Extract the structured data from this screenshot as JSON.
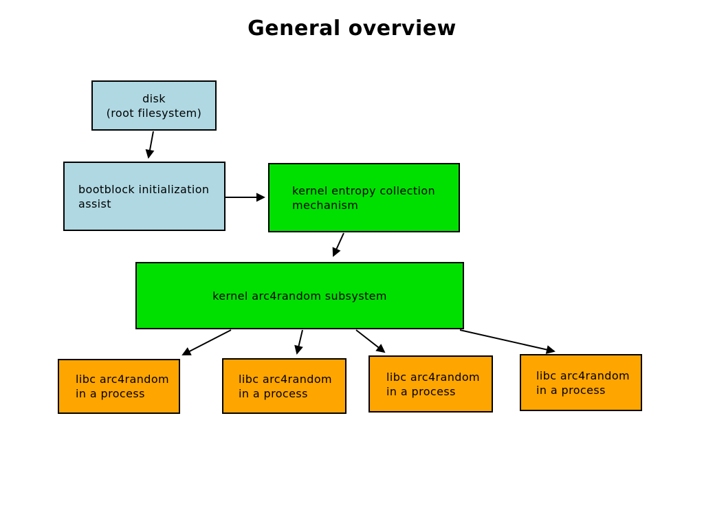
{
  "title": "General overview",
  "colors": {
    "blue": "#AFD8E2",
    "green": "#00E000",
    "orange": "#FFA500",
    "border": "#000000",
    "arrow": "#000000",
    "background": "#FFFFFF",
    "text": "#000000"
  },
  "nodes": {
    "disk": {
      "label": "disk\n(root filesystem)",
      "fill": "blue"
    },
    "bootblock": {
      "label": "bootblock initialization\nassist",
      "fill": "blue"
    },
    "entropy": {
      "label": "kernel entropy collection\nmechanism",
      "fill": "green"
    },
    "subsystem": {
      "label": "kernel arc4random subsystem",
      "fill": "green"
    },
    "libc1": {
      "label": "libc arc4random\nin a process",
      "fill": "orange"
    },
    "libc2": {
      "label": "libc arc4random\nin a process",
      "fill": "orange"
    },
    "libc3": {
      "label": "libc arc4random\nin a process",
      "fill": "orange"
    },
    "libc4": {
      "label": "libc arc4random\nin a process",
      "fill": "orange"
    }
  },
  "edges": [
    {
      "from": "disk",
      "to": "bootblock"
    },
    {
      "from": "bootblock",
      "to": "entropy"
    },
    {
      "from": "entropy",
      "to": "subsystem"
    },
    {
      "from": "subsystem",
      "to": "libc1"
    },
    {
      "from": "subsystem",
      "to": "libc2"
    },
    {
      "from": "subsystem",
      "to": "libc3"
    },
    {
      "from": "subsystem",
      "to": "libc4"
    }
  ]
}
